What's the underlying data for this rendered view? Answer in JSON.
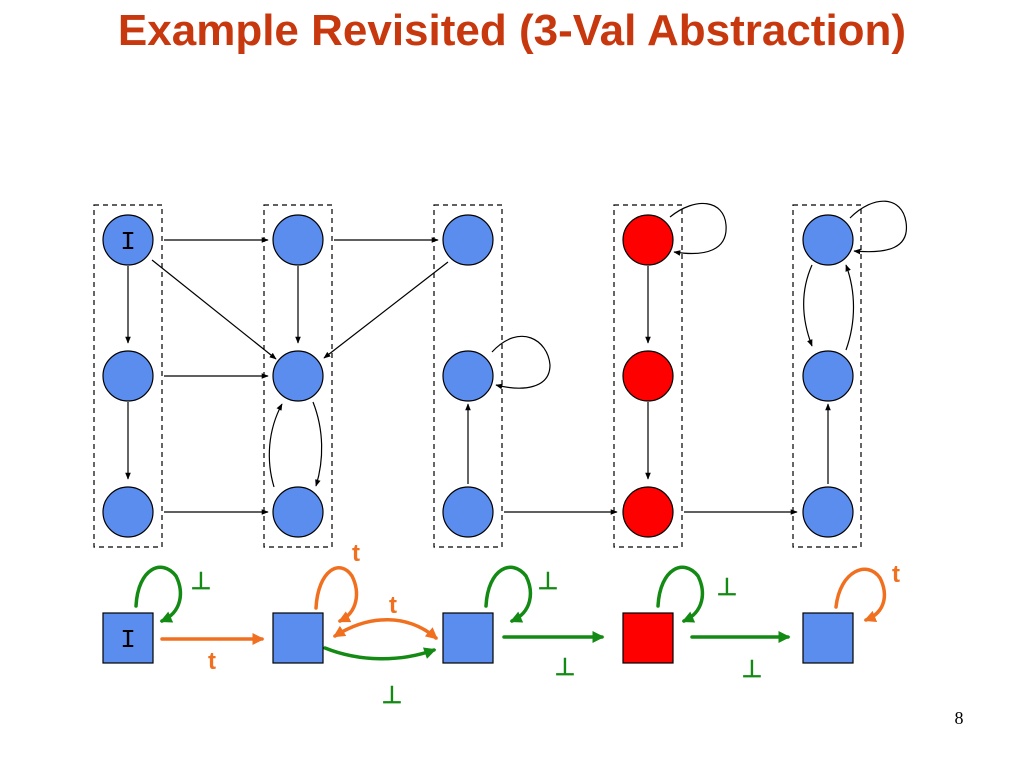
{
  "slide": {
    "title": "Example Revisited (3-Val Abstraction)",
    "page_number": "8"
  },
  "colors": {
    "title": "#C8380E",
    "node_blue": "#5B8DEF",
    "node_red": "#FF0000",
    "true_edge": "#F07020",
    "bottom_edge": "#138A13",
    "concrete_edge": "#000000"
  },
  "labels": {
    "initial": "I",
    "true_value": "t",
    "bottom_value": "⊥"
  }
}
